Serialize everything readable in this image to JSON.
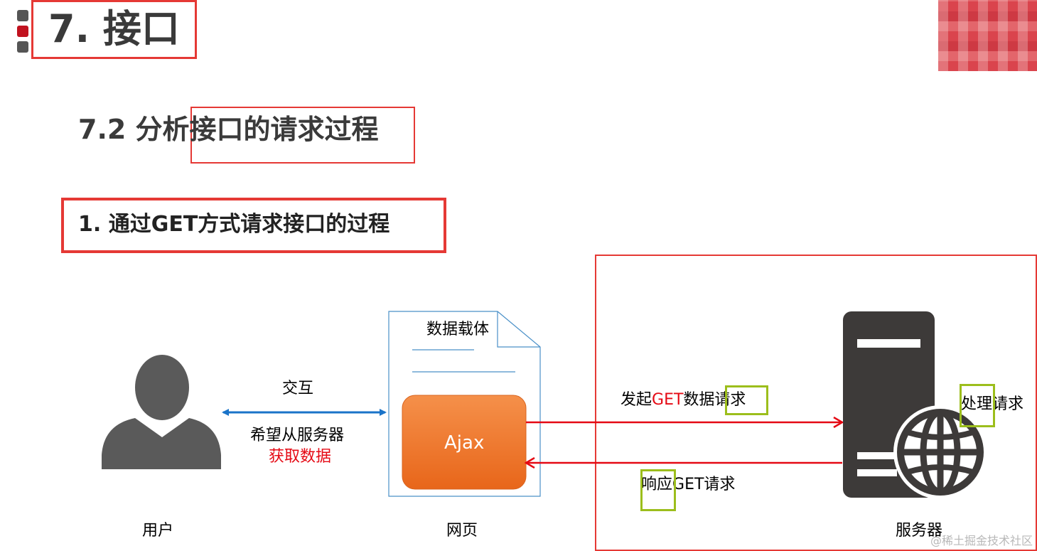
{
  "slide": {
    "section_title": "7. 接口",
    "subtitle": "7.2 分析接口的请求过程",
    "step_title": "1. 通过GET方式请求接口的过程"
  },
  "diagram": {
    "page_doc_label": "数据载体",
    "ajax_label": "Ajax",
    "interaction_label": "交互",
    "wish_label": "希望从服务器",
    "wish_label_highlight": "获取数据",
    "request_prefix": "发起",
    "request_method": "GET",
    "request_data": "数据",
    "request_boxed": "请求",
    "process_boxed": "处理",
    "process_rest": "请求",
    "response_boxed": "响应",
    "response_rest": "GET请求",
    "user_caption": "用户",
    "webpage_caption": "网页",
    "server_caption": "服务器"
  },
  "watermark": "@稀土掘金技术社区",
  "colors": {
    "accent_red": "#e53935",
    "text_red": "#e50914",
    "highlight_green": "#9cbe1c",
    "arrow_blue": "#1a73c8",
    "ajax_orange": "#f07a2a",
    "icon_gray": "#5a5a5a",
    "server_dark": "#3d3a39"
  }
}
